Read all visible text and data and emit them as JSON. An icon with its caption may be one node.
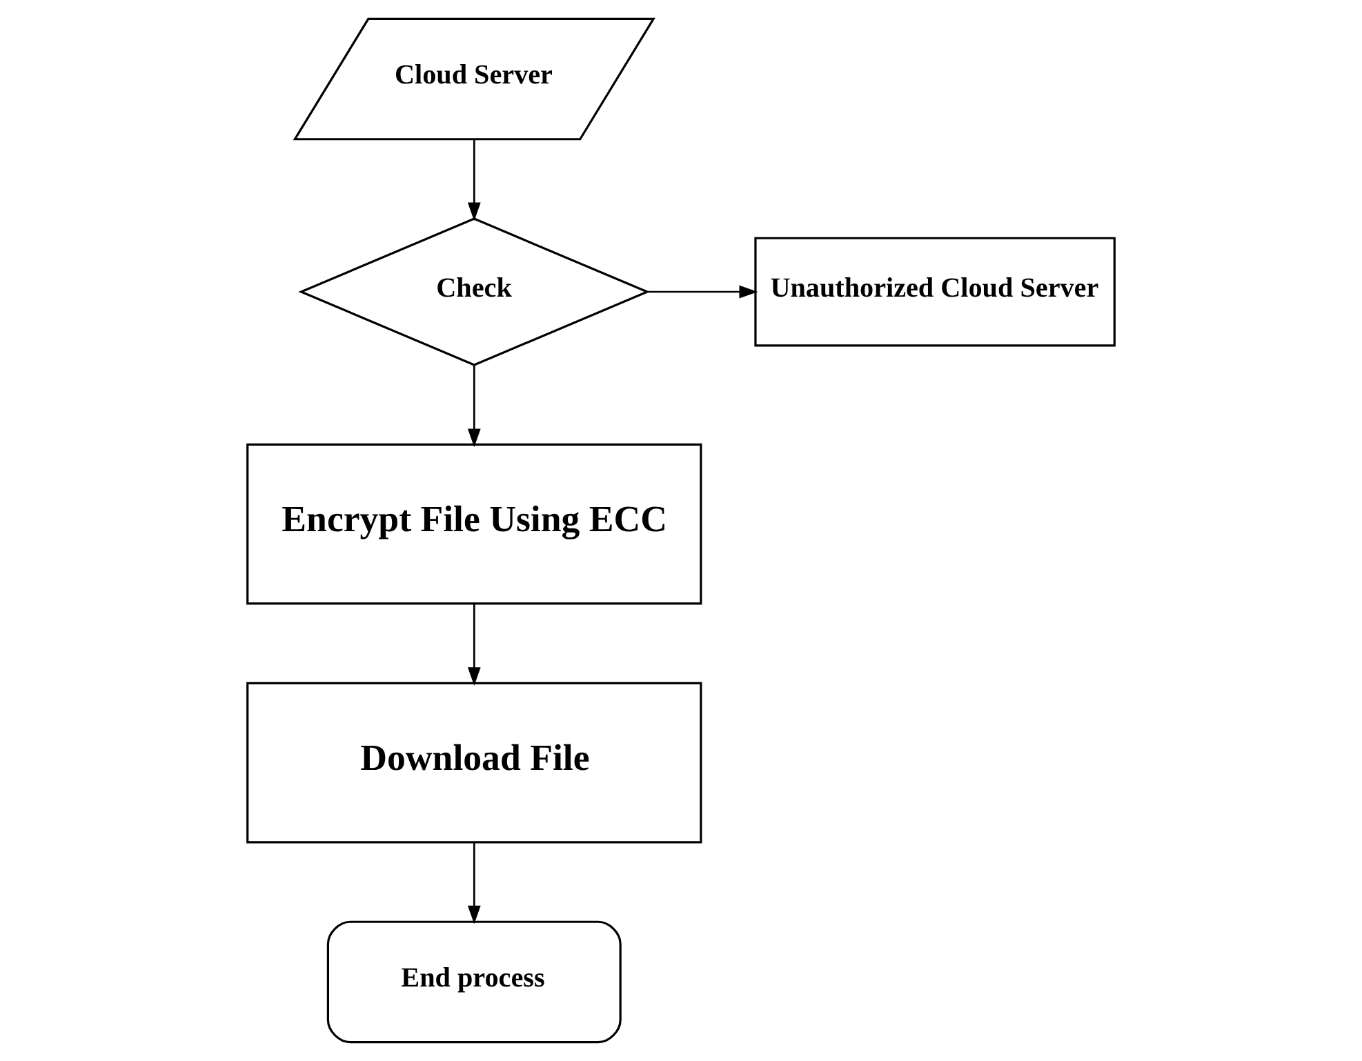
{
  "diagram": {
    "nodes": [
      {
        "text": [
          "Cloud Server"
        ]
      },
      {
        "text": [
          "Check"
        ]
      },
      {
        "text": [
          "Unauthorized Cloud Server"
        ]
      },
      {
        "text": [
          "Encrypt File Using ECC"
        ]
      },
      {
        "text": [
          "Download File"
        ]
      },
      {
        "text": [
          "End process"
        ]
      }
    ],
    "edges": [
      {
        "from": 0,
        "to": 1,
        "arrow": "to"
      },
      {
        "from": 1,
        "to": 2,
        "arrow": "to"
      },
      {
        "from": 1,
        "to": 3,
        "arrow": "to"
      },
      {
        "from": 3,
        "to": 4,
        "arrow": "to"
      },
      {
        "from": 4,
        "to": 5,
        "arrow": "to"
      }
    ]
  }
}
